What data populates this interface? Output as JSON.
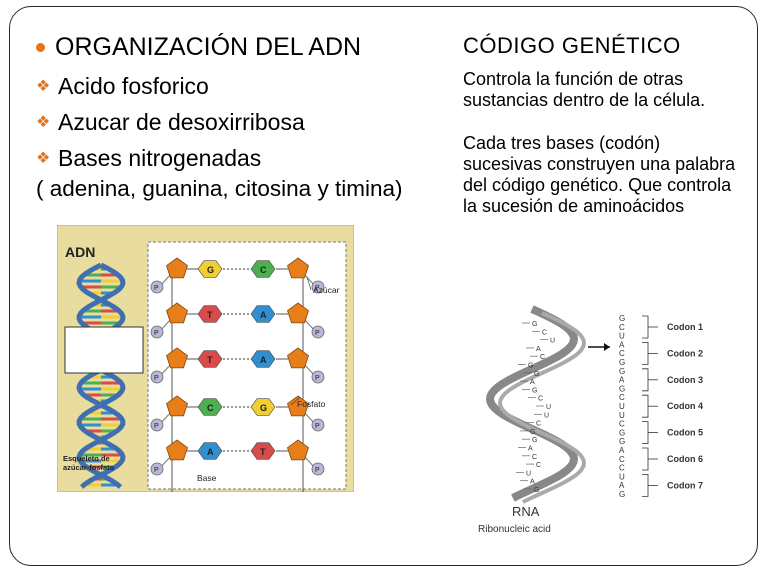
{
  "slide": {
    "heading": "ORGANIZACIÓN DEL ADN",
    "bullets": [
      "Acido fosforico",
      "Azucar de desoxirribosa",
      "Bases nitrogenadas"
    ],
    "paren_text": "( adenina, guanina, citosina y timina)",
    "right_title": "CÓDIGO GENÉTICO",
    "right_para1": "Controla la función de otras sustancias dentro de la célula.",
    "right_para2": "Cada tres bases (codón) sucesivas construyen una palabra del código genético.   Que controla la sucesión de aminoácidos"
  },
  "dna_figure": {
    "title": "ADN",
    "label_azucar": "Azúcar",
    "label_fosfato": "Fosfato",
    "label_esqueleto_1": "Esqueleto de",
    "label_esqueleto_2": "azúcar-fosfato",
    "label_base": "Base",
    "phosphate_letter": "P",
    "pairs": [
      [
        "G",
        "C"
      ],
      [
        "T",
        "A"
      ],
      [
        "T",
        "A"
      ],
      [
        "C",
        "G"
      ],
      [
        "A",
        "T"
      ]
    ],
    "colors": {
      "A": "#2f8fd0",
      "T": "#d94a4a",
      "G": "#f0d030",
      "C": "#4caf50",
      "sugar": "#e87e1a",
      "phosphate": "#b9b6d6",
      "panel": "#e8dc9e"
    }
  },
  "rna_figure": {
    "sequence": [
      "G",
      "C",
      "U",
      "A",
      "C",
      "G",
      "G",
      "A",
      "G",
      "C",
      "U",
      "U",
      "C",
      "G",
      "G",
      "A",
      "C",
      "C",
      "U",
      "A",
      "G"
    ],
    "codons": [
      "Codon 1",
      "Codon 2",
      "Codon 3",
      "Codon 4",
      "Codon 5",
      "Codon 6",
      "Codon 7"
    ],
    "label": "RNA",
    "caption": "Ribonucleic acid"
  }
}
